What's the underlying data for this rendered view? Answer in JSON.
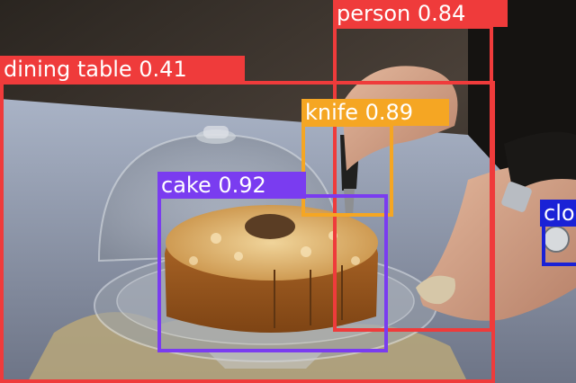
{
  "detections": [
    {
      "label": "person 0.84",
      "color": "#ef3b3b"
    },
    {
      "label": "dining table 0.41",
      "color": "#ef3b3b"
    },
    {
      "label": "knife 0.89",
      "color": "#f5a623"
    },
    {
      "label": "cake 0.92",
      "color": "#7a3cf0"
    },
    {
      "label": "clo",
      "color": "#1a22d6"
    }
  ]
}
